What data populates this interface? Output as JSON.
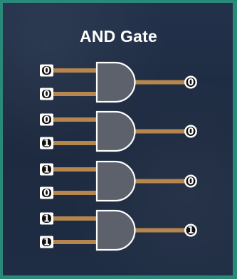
{
  "title": "AND Gate",
  "colors": {
    "background": "#1e2a3f",
    "border": "#2a8a7a",
    "wire": "#b5864e",
    "gate_fill": "#5c616c",
    "gate_stroke": "#ffffff",
    "terminal_fill": "#ffffff",
    "terminal_text": "#111111"
  },
  "gates": [
    {
      "input_a": "0",
      "input_b": "0",
      "output": "0"
    },
    {
      "input_a": "0",
      "input_b": "1",
      "output": "0"
    },
    {
      "input_a": "1",
      "input_b": "0",
      "output": "0"
    },
    {
      "input_a": "1",
      "input_b": "1",
      "output": "1"
    }
  ]
}
